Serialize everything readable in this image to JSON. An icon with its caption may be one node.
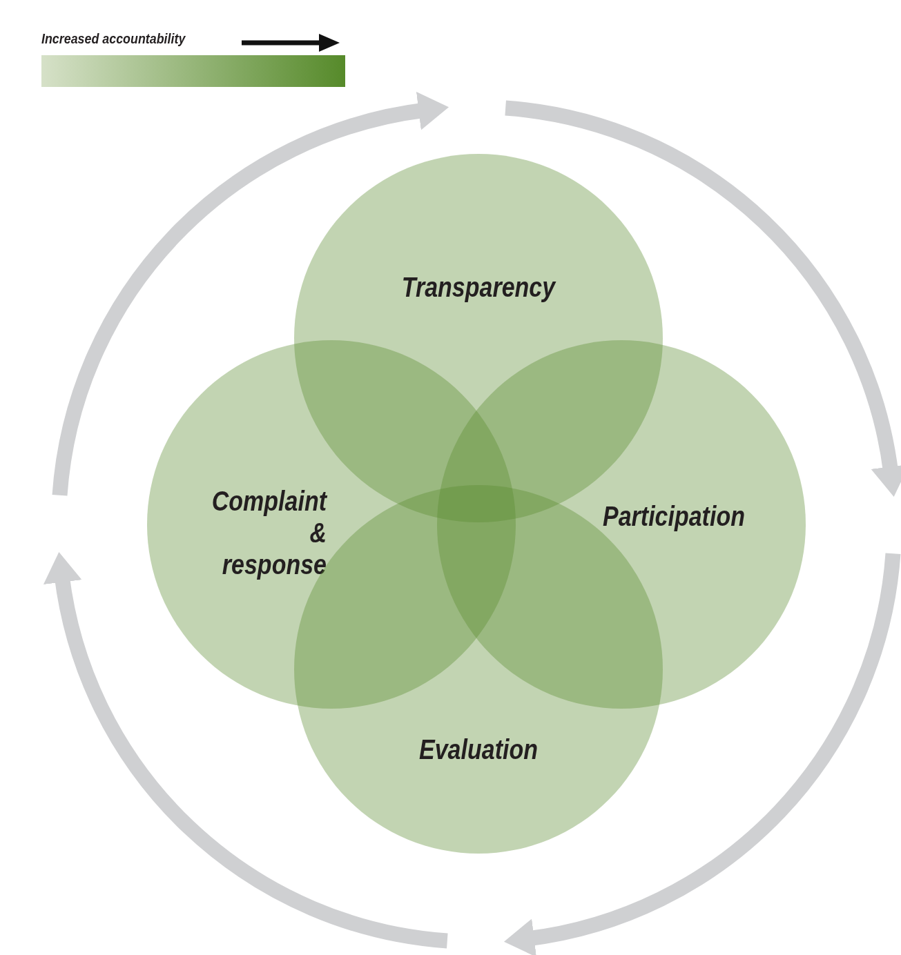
{
  "diagram": {
    "nodes": [
      {
        "text": [
          "Transparency"
        ]
      },
      {
        "text": [
          "Complaint & response"
        ]
      },
      {
        "text": [
          "Participation"
        ]
      },
      {
        "text": [
          "Evaluation"
        ]
      }
    ],
    "labels": [
      "Increased accountability"
    ]
  }
}
